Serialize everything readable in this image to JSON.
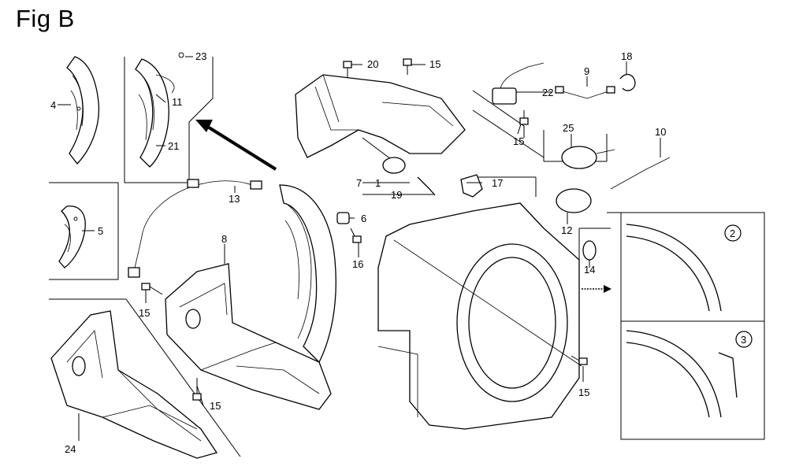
{
  "title": "Fig B",
  "callouts": [
    {
      "id": "1",
      "text": "1"
    },
    {
      "id": "2",
      "text": "2"
    },
    {
      "id": "3",
      "text": "3"
    },
    {
      "id": "4",
      "text": "4"
    },
    {
      "id": "5",
      "text": "5"
    },
    {
      "id": "6",
      "text": "6"
    },
    {
      "id": "7",
      "text": "7"
    },
    {
      "id": "8",
      "text": "8"
    },
    {
      "id": "9",
      "text": "9"
    },
    {
      "id": "10",
      "text": "10"
    },
    {
      "id": "11",
      "text": "11"
    },
    {
      "id": "12",
      "text": "12"
    },
    {
      "id": "13",
      "text": "13"
    },
    {
      "id": "14",
      "text": "14"
    },
    {
      "id": "15a",
      "text": "15"
    },
    {
      "id": "15b",
      "text": "15"
    },
    {
      "id": "15c",
      "text": "15"
    },
    {
      "id": "15d",
      "text": "15"
    },
    {
      "id": "15e",
      "text": "15"
    },
    {
      "id": "16",
      "text": "16"
    },
    {
      "id": "17",
      "text": "17"
    },
    {
      "id": "18",
      "text": "18"
    },
    {
      "id": "19",
      "text": "19"
    },
    {
      "id": "20",
      "text": "20"
    },
    {
      "id": "21",
      "text": "21"
    },
    {
      "id": "22",
      "text": "22"
    },
    {
      "id": "23",
      "text": "23"
    },
    {
      "id": "24",
      "text": "24"
    },
    {
      "id": "25",
      "text": "25"
    }
  ]
}
